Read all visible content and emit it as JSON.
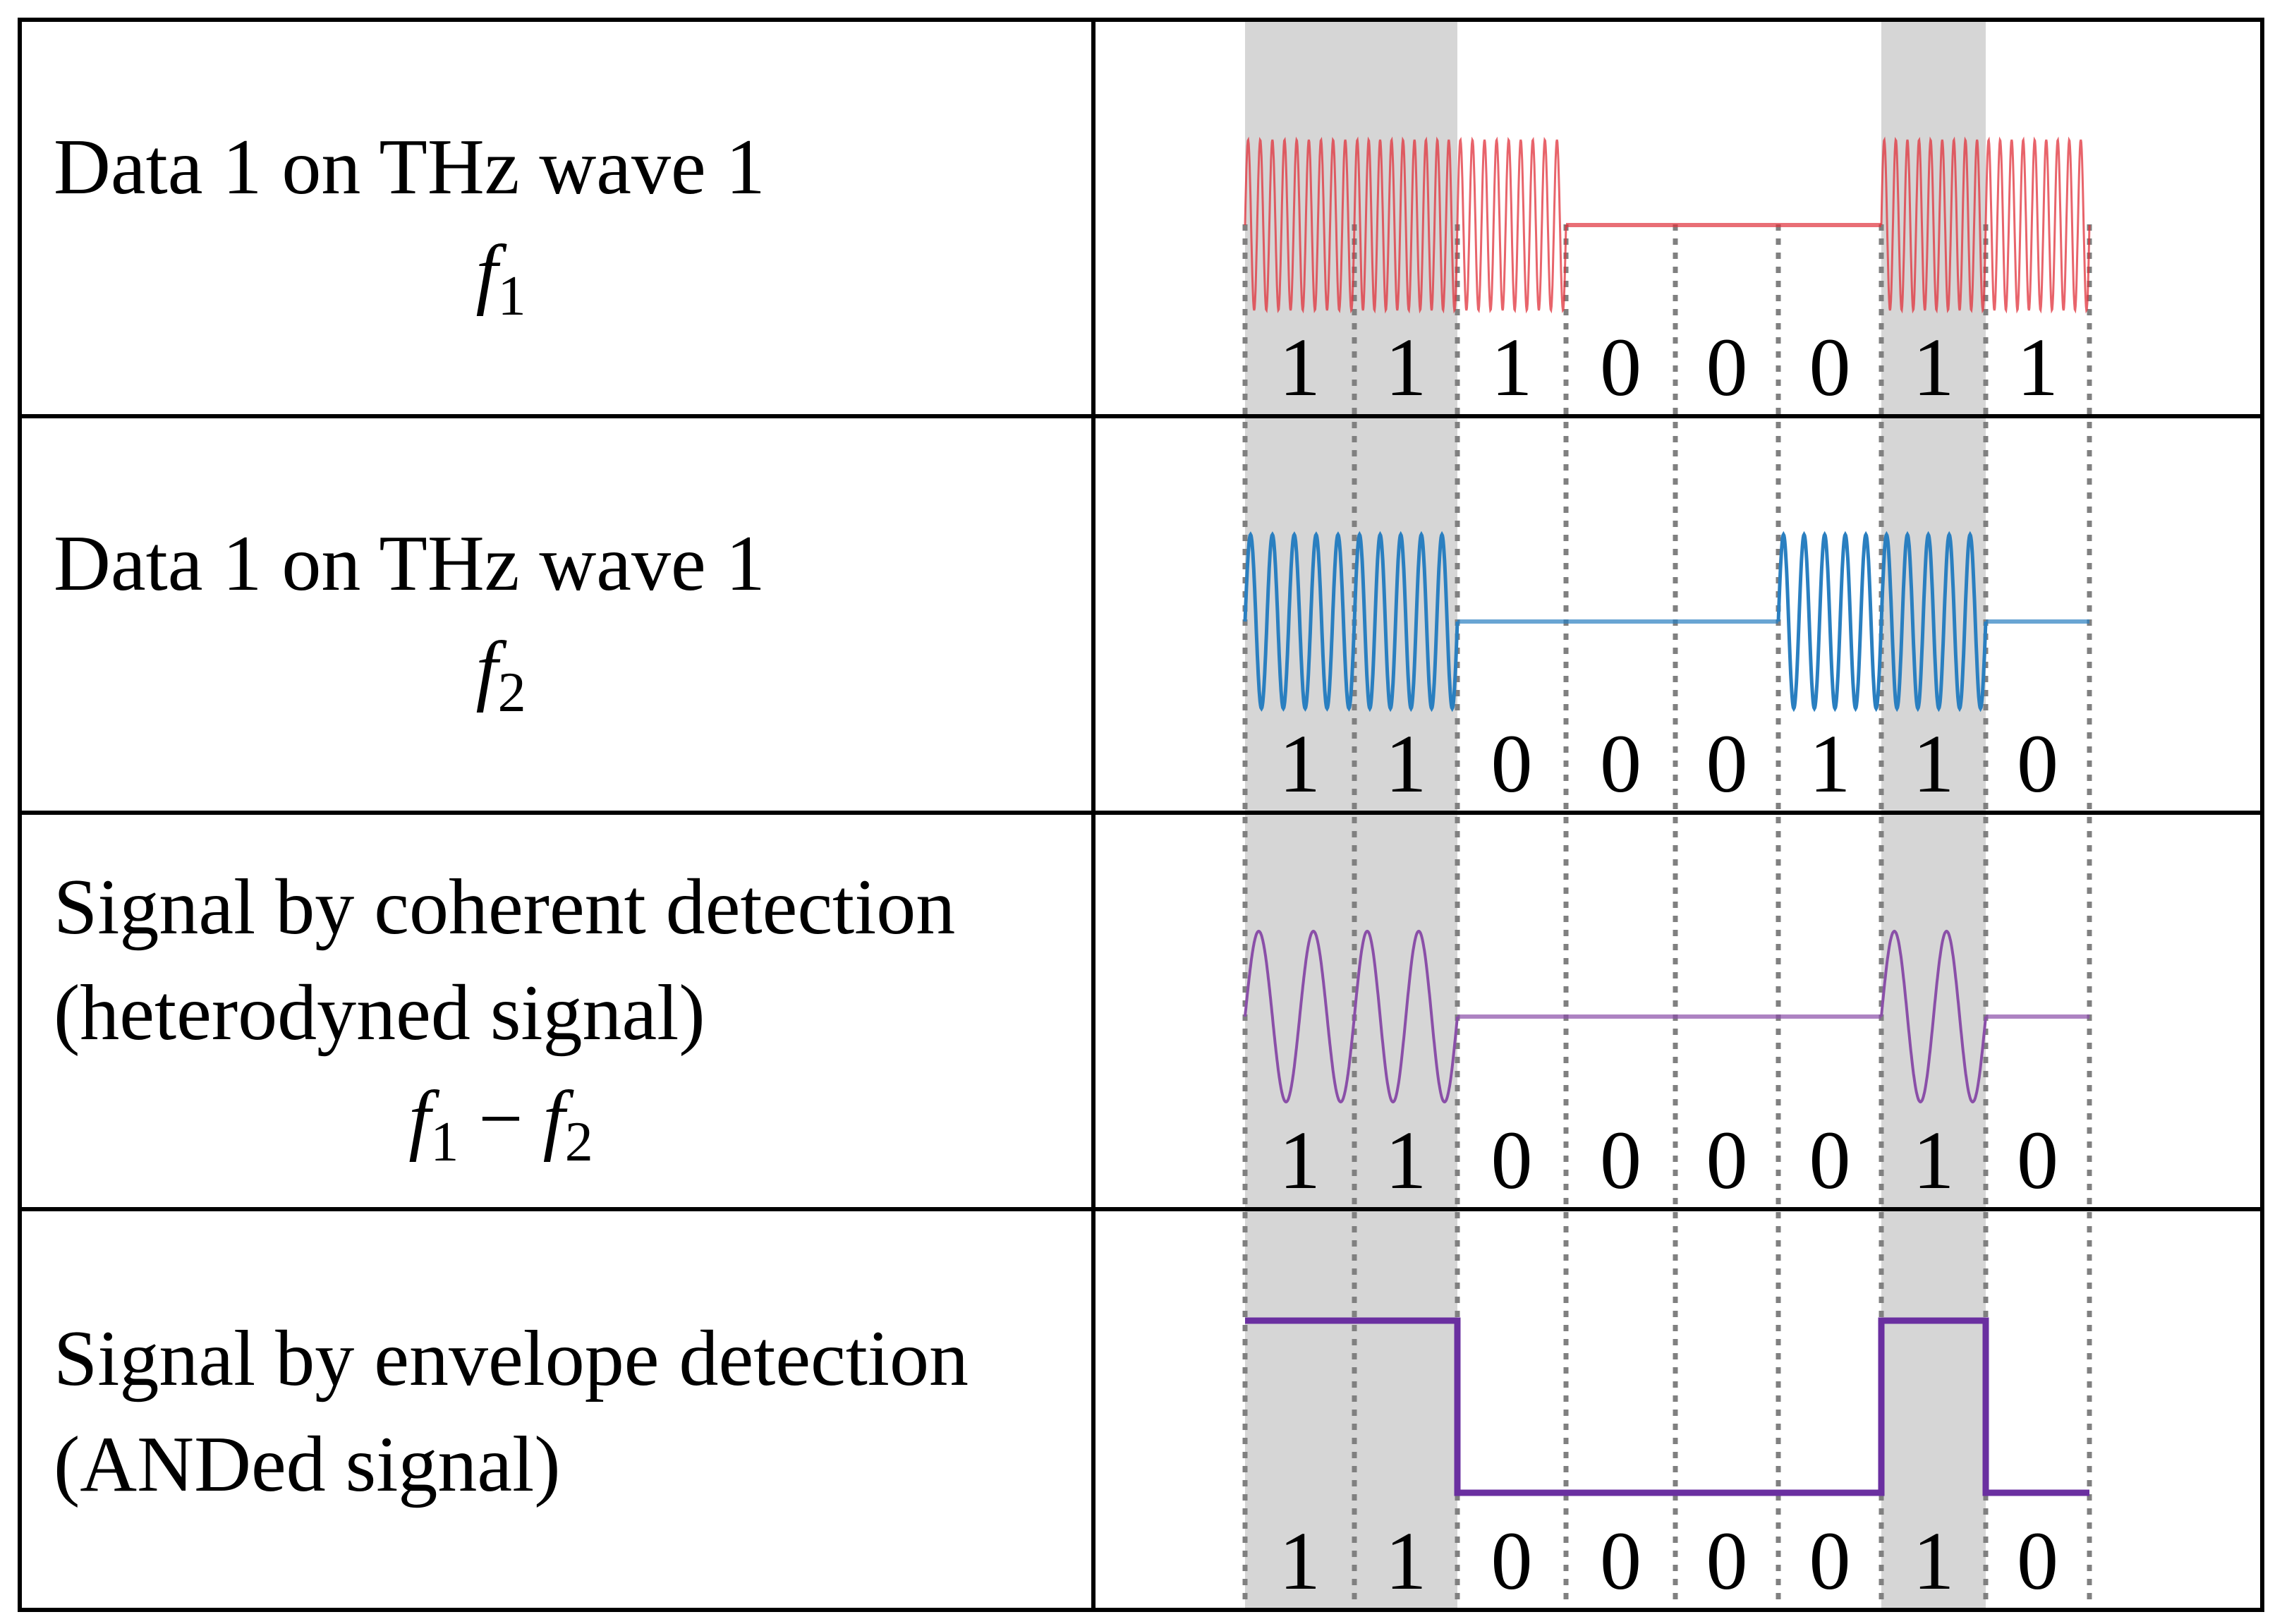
{
  "rows": [
    {
      "id": "thz1",
      "lines": [
        "Data 1 on THz wave 1"
      ],
      "math": {
        "base": "f",
        "sub": "1"
      },
      "bits": [
        "1",
        "1",
        "1",
        "0",
        "0",
        "0",
        "1",
        "1"
      ],
      "color": "#e0303a",
      "signal": "carrier-fast"
    },
    {
      "id": "thz2",
      "lines": [
        "Data 1 on THz wave 1"
      ],
      "math": {
        "base": "f",
        "sub": "2"
      },
      "bits": [
        "1",
        "1",
        "0",
        "0",
        "0",
        "1",
        "1",
        "0"
      ],
      "color": "#2a7fc0",
      "signal": "carrier-medium"
    },
    {
      "id": "coherent",
      "lines": [
        "Signal by coherent detection",
        "(heterodyned signal)"
      ],
      "math": {
        "base": "f",
        "sub": "1",
        "op": " − ",
        "base2": "f",
        "sub2": "2"
      },
      "bits": [
        "1",
        "1",
        "0",
        "0",
        "0",
        "0",
        "1",
        "0"
      ],
      "color": "#8a4fa8",
      "signal": "carrier-slow"
    },
    {
      "id": "envelope",
      "lines": [
        "Signal by envelope detection",
        "(ANDed signal)"
      ],
      "math": null,
      "bits": [
        "1",
        "1",
        "0",
        "0",
        "0",
        "0",
        "1",
        "0"
      ],
      "color": "#6a2fa0",
      "signal": "square"
    }
  ],
  "highlighted_slots": [
    0,
    1,
    6
  ],
  "colors": {
    "highlight": "#d6d6d6",
    "divider": "#808080",
    "border": "#000000"
  }
}
